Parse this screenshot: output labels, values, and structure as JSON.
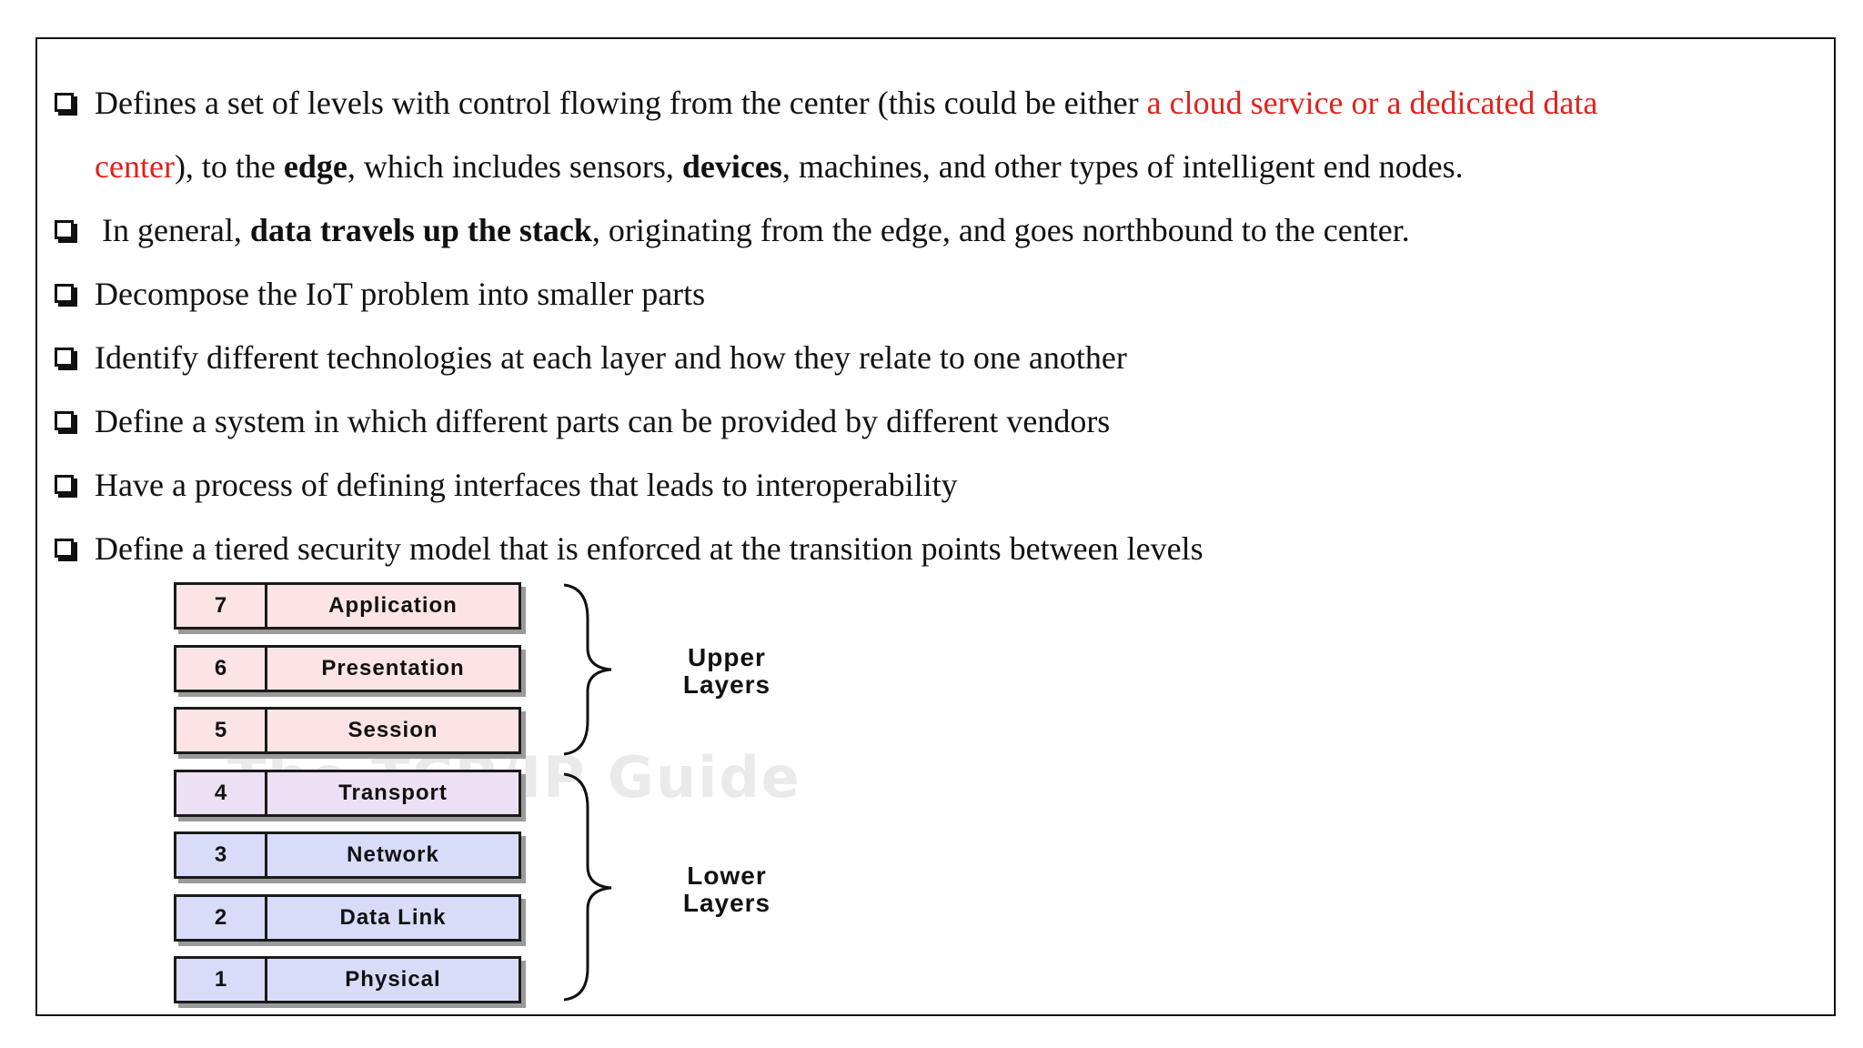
{
  "bullets": [
    {
      "parts": [
        {
          "t": "Defines a set of levels with control flowing from the center (this could be either "
        },
        {
          "t": "a cloud service or a dedicated data",
          "style": "red"
        }
      ],
      "continuation": [
        {
          "t": "center",
          "style": "red"
        },
        {
          "t": "), to the "
        },
        {
          "t": "edge",
          "style": "bold"
        },
        {
          "t": ", which includes sensors, "
        },
        {
          "t": "devices",
          "style": "bold"
        },
        {
          "t": ", machines, and other types of intelligent end nodes."
        }
      ]
    },
    {
      "parts": [
        {
          "t": "In general, "
        },
        {
          "t": "data travels up the stack",
          "style": "bold"
        },
        {
          "t": ", originating from the edge, and goes northbound to the center."
        }
      ]
    },
    {
      "parts": [
        {
          "t": "Decompose the IoT problem into smaller parts"
        }
      ]
    },
    {
      "parts": [
        {
          "t": "Identify different technologies at each layer and how they relate to one another"
        }
      ]
    },
    {
      "parts": [
        {
          "t": "Define a system in which different parts can be provided by different vendors"
        }
      ]
    },
    {
      "parts": [
        {
          "t": "Have a process of defining interfaces that leads to interoperability"
        }
      ]
    },
    {
      "parts": [
        {
          "t": "Define a tiered security model that is enforced at the transition points between levels"
        }
      ]
    }
  ],
  "osi": {
    "layers": [
      {
        "num": "7",
        "name": "Application",
        "group": "upper"
      },
      {
        "num": "6",
        "name": "Presentation",
        "group": "upper"
      },
      {
        "num": "5",
        "name": "Session",
        "group": "upper"
      },
      {
        "num": "4",
        "name": "Transport",
        "group": "mid"
      },
      {
        "num": "3",
        "name": "Network",
        "group": "lower"
      },
      {
        "num": "2",
        "name": "Data Link",
        "group": "lower"
      },
      {
        "num": "1",
        "name": "Physical",
        "group": "lower"
      }
    ],
    "upper_label_1": "Upper",
    "upper_label_2": "Layers",
    "lower_label_1": "Lower",
    "lower_label_2": "Layers",
    "watermark": "The TCP/IP Guide"
  },
  "colors": {
    "red_text": "#e3201b",
    "upper_fill": "#fde4e4",
    "transport_fill": "#ece0f4",
    "lower_fill": "#d8dcf8"
  }
}
